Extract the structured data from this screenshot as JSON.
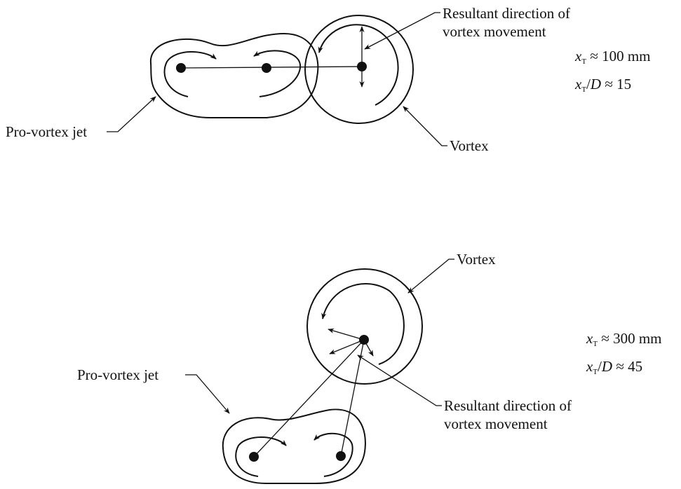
{
  "panels": [
    {
      "labels": {
        "resultant_line1": "Resultant direction of",
        "resultant_line2": "vortex movement",
        "pro_vortex_jet": "Pro-vortex jet",
        "vortex": "Vortex"
      },
      "equations": {
        "xt_var": "x",
        "xt_sub": "T",
        "xt_value": " ≈ 100 mm",
        "xtd_var": "x",
        "xtd_sub": "T",
        "xtd_rest": "/",
        "xtd_d": "D",
        "xtd_value": " ≈ 15"
      }
    },
    {
      "labels": {
        "vortex": "Vortex",
        "pro_vortex_jet": "Pro-vortex jet",
        "resultant_line1": "Resultant direction of",
        "resultant_line2": "vortex movement"
      },
      "equations": {
        "xt_var": "x",
        "xt_sub": "T",
        "xt_value": " ≈ 300 mm",
        "xtd_var": "x",
        "xtd_sub": "T",
        "xtd_rest": "/",
        "xtd_d": "D",
        "xtd_value": " ≈ 45"
      }
    }
  ]
}
